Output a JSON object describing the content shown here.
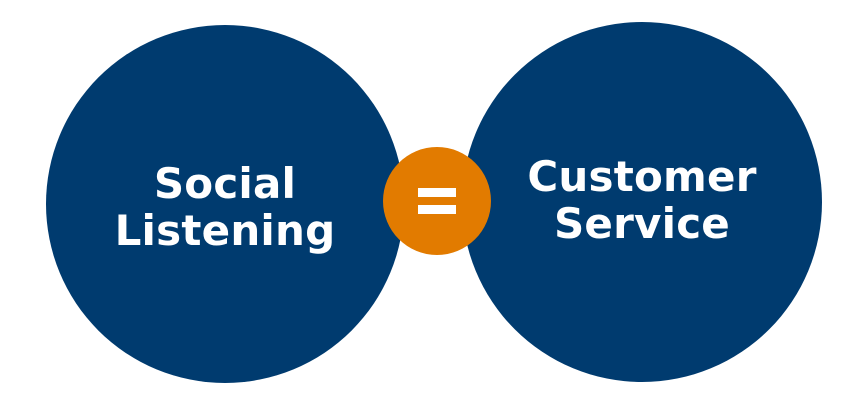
{
  "diagram": {
    "left_circle": {
      "lines": [
        "Social",
        "Listening"
      ]
    },
    "operator": {
      "symbol": "=",
      "icon": "equals-icon"
    },
    "right_circle": {
      "lines": [
        "Customer",
        "Service"
      ]
    }
  },
  "colors": {
    "background": "#ffffff",
    "circle_fill": "#003b6f",
    "operator_fill": "#e27b00",
    "text": "#ffffff"
  }
}
